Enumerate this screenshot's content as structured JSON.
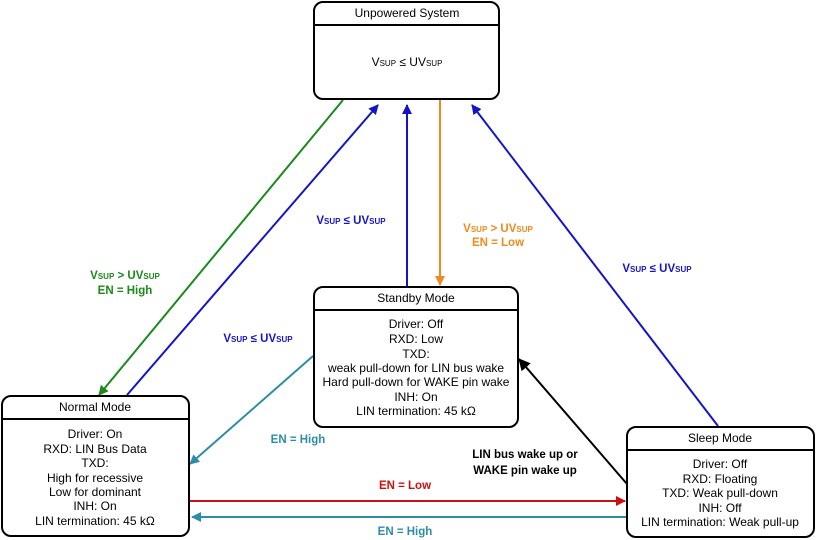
{
  "states": {
    "unpowered": {
      "title": "Unpowered System",
      "condition": {
        "v": "V",
        "sup": "SUP",
        "op": " ≤ UV",
        "sup2": "SUP"
      }
    },
    "standby": {
      "title": "Standby Mode",
      "lines": [
        "Driver: Off",
        "RXD: Low",
        "TXD:",
        "weak pull-down for LIN bus wake",
        "Hard pull-down for WAKE pin wake",
        "INH: On",
        "LIN termination: 45 kΩ"
      ]
    },
    "normal": {
      "title": "Normal Mode",
      "lines": [
        "Driver: On",
        "RXD: LIN Bus Data",
        "TXD:",
        "High for recessive",
        "Low for dominant",
        "INH: On",
        "LIN termination: 45 kΩ"
      ]
    },
    "sleep": {
      "title": "Sleep Mode",
      "lines": [
        "Driver: Off",
        "RXD: Floating",
        "TXD: Weak pull-down",
        "INH: Off",
        "LIN termination: Weak pull-up"
      ]
    }
  },
  "transitions": {
    "power_up_normal": {
      "v": "V",
      "sup": "SUP",
      "op": " > UV",
      "sup2": "SUP",
      "line2": "EN = High",
      "color": "#1a8a1a"
    },
    "normal_to_unpowered": {
      "v": "V",
      "sup": "SUP",
      "op": " ≤ UV",
      "sup2": "SUP",
      "color": "#1515c8"
    },
    "standby_to_unpowered": {
      "v": "V",
      "sup": "SUP",
      "op": " ≤ UV",
      "sup2": "SUP",
      "color": "#1515c8"
    },
    "power_up_standby": {
      "v": "V",
      "sup": "SUP",
      "op": " > UV",
      "sup2": "SUP",
      "line2": "EN = Low",
      "color": "#f08a1c"
    },
    "sleep_to_unpowered": {
      "v": "V",
      "sup": "SUP",
      "op": " ≤ UV",
      "sup2": "SUP",
      "color": "#1515c8"
    },
    "standby_to_normal": {
      "label": "EN = High",
      "color": "#2e8da6"
    },
    "sleep_to_standby": {
      "line1": "LIN bus wake up or",
      "line2": "WAKE pin wake up",
      "color": "#000000"
    },
    "normal_to_sleep": {
      "label": "EN = Low",
      "color": "#cc1010"
    },
    "sleep_to_normal": {
      "label": "EN = High",
      "color": "#2e8da6"
    }
  }
}
